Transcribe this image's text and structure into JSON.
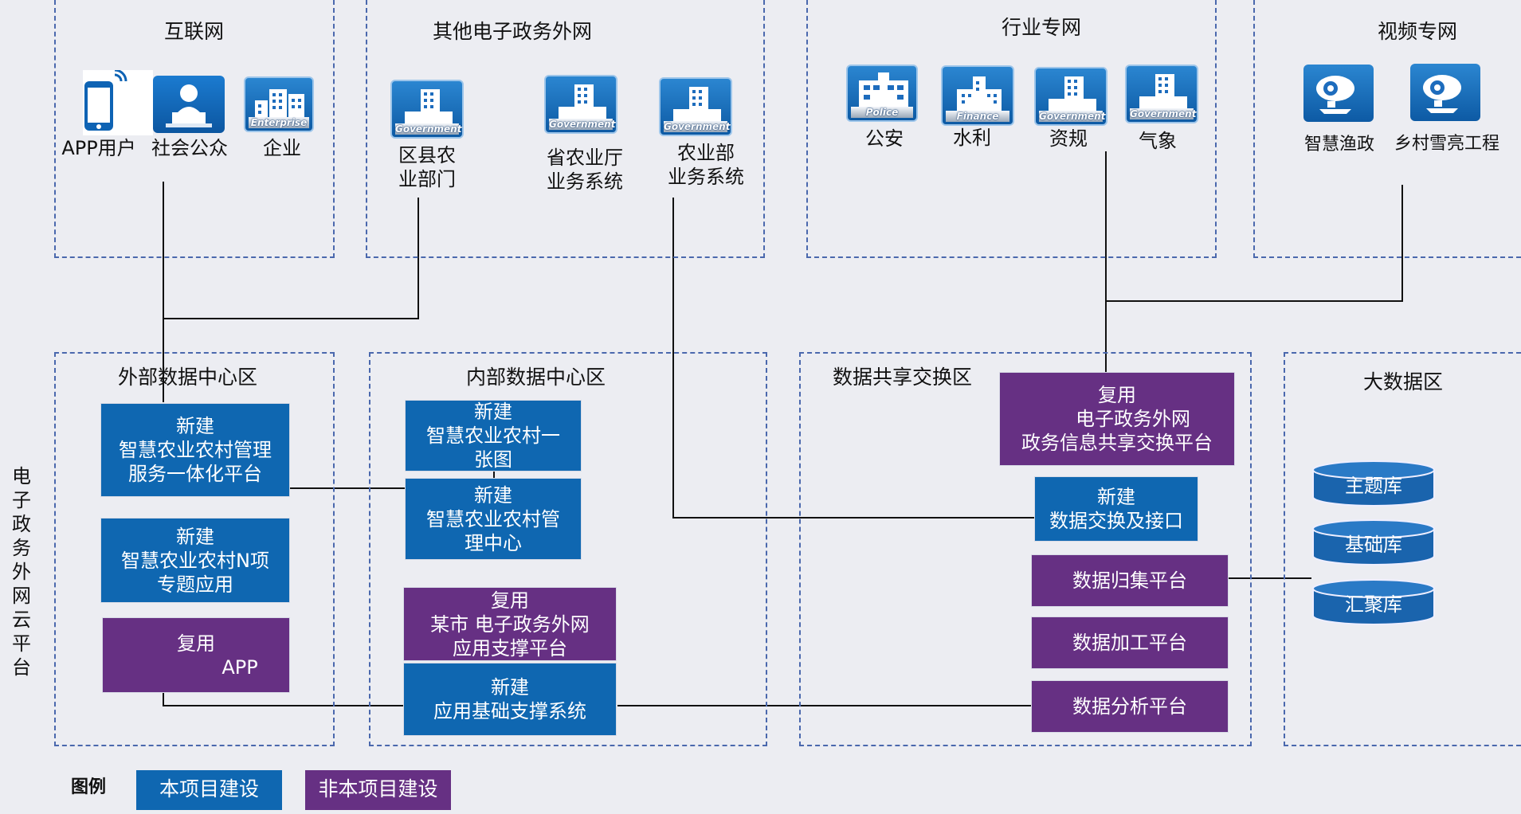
{
  "zones": {
    "internet": "互联网",
    "other_gov": "其他电子政务外网",
    "industry": "行业专网",
    "video": "视频专网",
    "external_dc": "外部数据中心区",
    "internal_dc": "内部数据中心区",
    "exchange": "数据共享交换区",
    "bigdata": "大数据区"
  },
  "side_label": "电子政务外网云平台",
  "internet_items": [
    {
      "label": "APP用户",
      "icon": "phone-icon"
    },
    {
      "label": "社会公众",
      "icon": "person-laptop-icon"
    },
    {
      "label": "企业",
      "icon": "enterprise-building-icon",
      "tag": "Enterprise"
    }
  ],
  "other_gov_items": [
    {
      "line1": "区县农",
      "line2": "业部门",
      "tag": "Government"
    },
    {
      "line1": "省农业厅",
      "line2": "业务系统",
      "tag": "Government"
    },
    {
      "line1": "农业部",
      "line2": "业务系统",
      "tag": "Government"
    }
  ],
  "industry_items": [
    {
      "label": "公安",
      "tag": "Police"
    },
    {
      "label": "水利",
      "tag": "Finance"
    },
    {
      "label": "资规",
      "tag": "Government"
    },
    {
      "label": "气象",
      "tag": "Government"
    }
  ],
  "video_items": [
    {
      "label": "智慧渔政",
      "icon": "camera-icon"
    },
    {
      "label": "乡村雪亮工程",
      "icon": "camera-icon"
    }
  ],
  "external_boxes": [
    {
      "lines": [
        "新建",
        "智慧农业农村管理",
        "服务一体化平台"
      ],
      "color": "blue"
    },
    {
      "lines": [
        "新建",
        "智慧农业农村N项",
        "专题应用"
      ],
      "color": "blue"
    },
    {
      "lines": [
        "复用",
        "APP"
      ],
      "color": "purple"
    }
  ],
  "internal_boxes": [
    {
      "lines": [
        "新建",
        "智慧农业农村一",
        "张图"
      ],
      "color": "blue"
    },
    {
      "lines": [
        "新建",
        "智慧农业农村管",
        "理中心"
      ],
      "color": "blue"
    },
    {
      "lines": [
        "复用",
        "某市 电子政务外网",
        "应用支撑平台"
      ],
      "color": "purple"
    },
    {
      "lines": [
        "新建",
        "应用基础支撑系统"
      ],
      "color": "blue"
    }
  ],
  "exchange_boxes": [
    {
      "lines": [
        "复用",
        "电子政务外网",
        "政务信息共享交换平台"
      ],
      "color": "purple"
    },
    {
      "lines": [
        "新建",
        "数据交换及接口"
      ],
      "color": "blue"
    },
    {
      "lines": [
        "数据归集平台"
      ],
      "color": "purple"
    },
    {
      "lines": [
        "数据加工平台"
      ],
      "color": "purple"
    },
    {
      "lines": [
        "数据分析平台"
      ],
      "color": "purple"
    }
  ],
  "bigdata_dbs": [
    "主题库",
    "基础库",
    "汇聚库"
  ],
  "legend": {
    "title": "图例",
    "items": [
      {
        "label": "本项目建设",
        "color": "#0f67b1"
      },
      {
        "label": "非本项目建设",
        "color": "#663083"
      }
    ]
  },
  "colors": {
    "blue": "#0f67b1",
    "purple": "#663083",
    "border": "#4a68ad",
    "db": "#1a64ad"
  }
}
